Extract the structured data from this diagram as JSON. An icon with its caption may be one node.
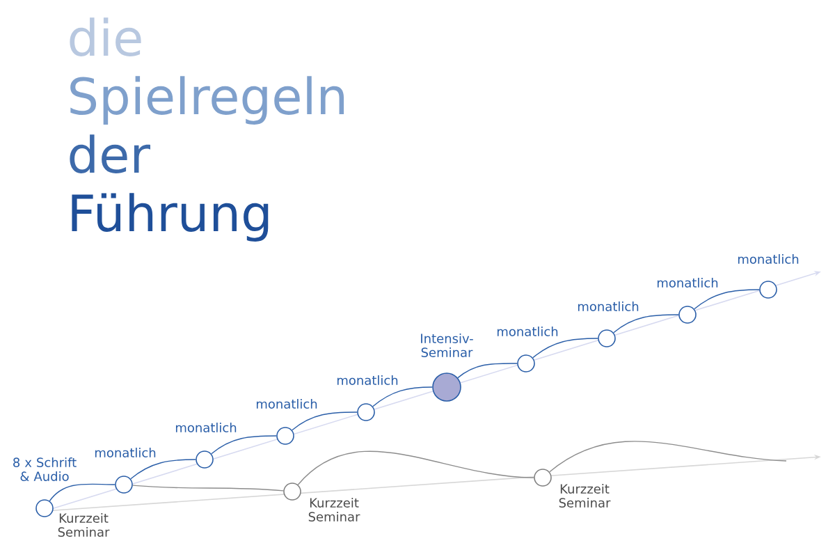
{
  "diagram": {
    "nodes": [
      {
        "text": [
          "8 x Schrift & Audio",
          "Kurzzeit Seminar"
        ]
      },
      {
        "text": [
          "monatlich"
        ]
      },
      {
        "text": [
          "monatlich"
        ]
      },
      {
        "text": [
          "monatlich"
        ]
      },
      {
        "text": [
          "monatlich"
        ]
      },
      {
        "text": [
          "Intensiv-Seminar"
        ]
      },
      {
        "text": [
          "monatlich"
        ]
      },
      {
        "text": [
          "monatlich"
        ]
      },
      {
        "text": [
          "monatlich"
        ]
      },
      {
        "text": [
          "monatlich"
        ]
      },
      {
        "text": [
          "Kurzzeit Seminar"
        ]
      },
      {
        "text": [
          "Kurzzeit Seminar"
        ]
      }
    ],
    "edges": [
      {
        "from": 0,
        "to": 1,
        "arrow": "none"
      },
      {
        "from": 1,
        "to": 2,
        "arrow": "none"
      },
      {
        "from": 2,
        "to": 3,
        "arrow": "none"
      },
      {
        "from": 3,
        "to": 4,
        "arrow": "none"
      },
      {
        "from": 4,
        "to": 5,
        "arrow": "none"
      },
      {
        "from": 5,
        "to": 6,
        "arrow": "none"
      },
      {
        "from": 6,
        "to": 7,
        "arrow": "none"
      },
      {
        "from": 7,
        "to": 8,
        "arrow": "none"
      },
      {
        "from": 8,
        "to": 9,
        "arrow": "none"
      },
      {
        "from": 1,
        "to": 10,
        "arrow": "none",
        "color": "#8c8c8c"
      },
      {
        "from": 10,
        "to": 11,
        "arrow": "none",
        "color": "#8c8c8c"
      },
      {
        "from": 11,
        "to": null,
        "arrow": "none",
        "color": "#8c8c8c"
      }
    ],
    "labels": [
      "die",
      "Spielregeln",
      "der",
      "Führung"
    ]
  }
}
